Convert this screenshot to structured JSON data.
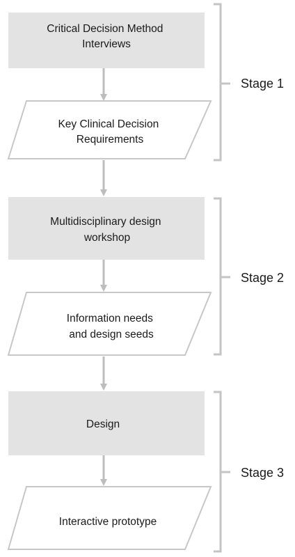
{
  "colors": {
    "process_fill": "#e3e3e3",
    "io_fill": "#ffffff",
    "io_stroke": "#c7c7c7",
    "arrow": "#bdbdbd",
    "bracket": "#c4c4c4",
    "text": "#1a1a1a"
  },
  "nodes": [
    {
      "shape": "process-box",
      "lines": [
        "Critical Decision Method",
        "Interviews"
      ]
    },
    {
      "shape": "io-parallelogram",
      "lines": [
        "Key Clinical Decision",
        "Requirements"
      ]
    },
    {
      "shape": "process-box",
      "lines": [
        "Multidisciplinary design",
        "workshop"
      ]
    },
    {
      "shape": "io-parallelogram",
      "lines": [
        "Information needs",
        "and design seeds"
      ]
    },
    {
      "shape": "process-box",
      "lines": [
        "Design"
      ]
    },
    {
      "shape": "io-parallelogram",
      "lines": [
        "Interactive prototype"
      ]
    }
  ],
  "stages": [
    {
      "label": "Stage 1"
    },
    {
      "label": "Stage 2"
    },
    {
      "label": "Stage 3"
    }
  ]
}
